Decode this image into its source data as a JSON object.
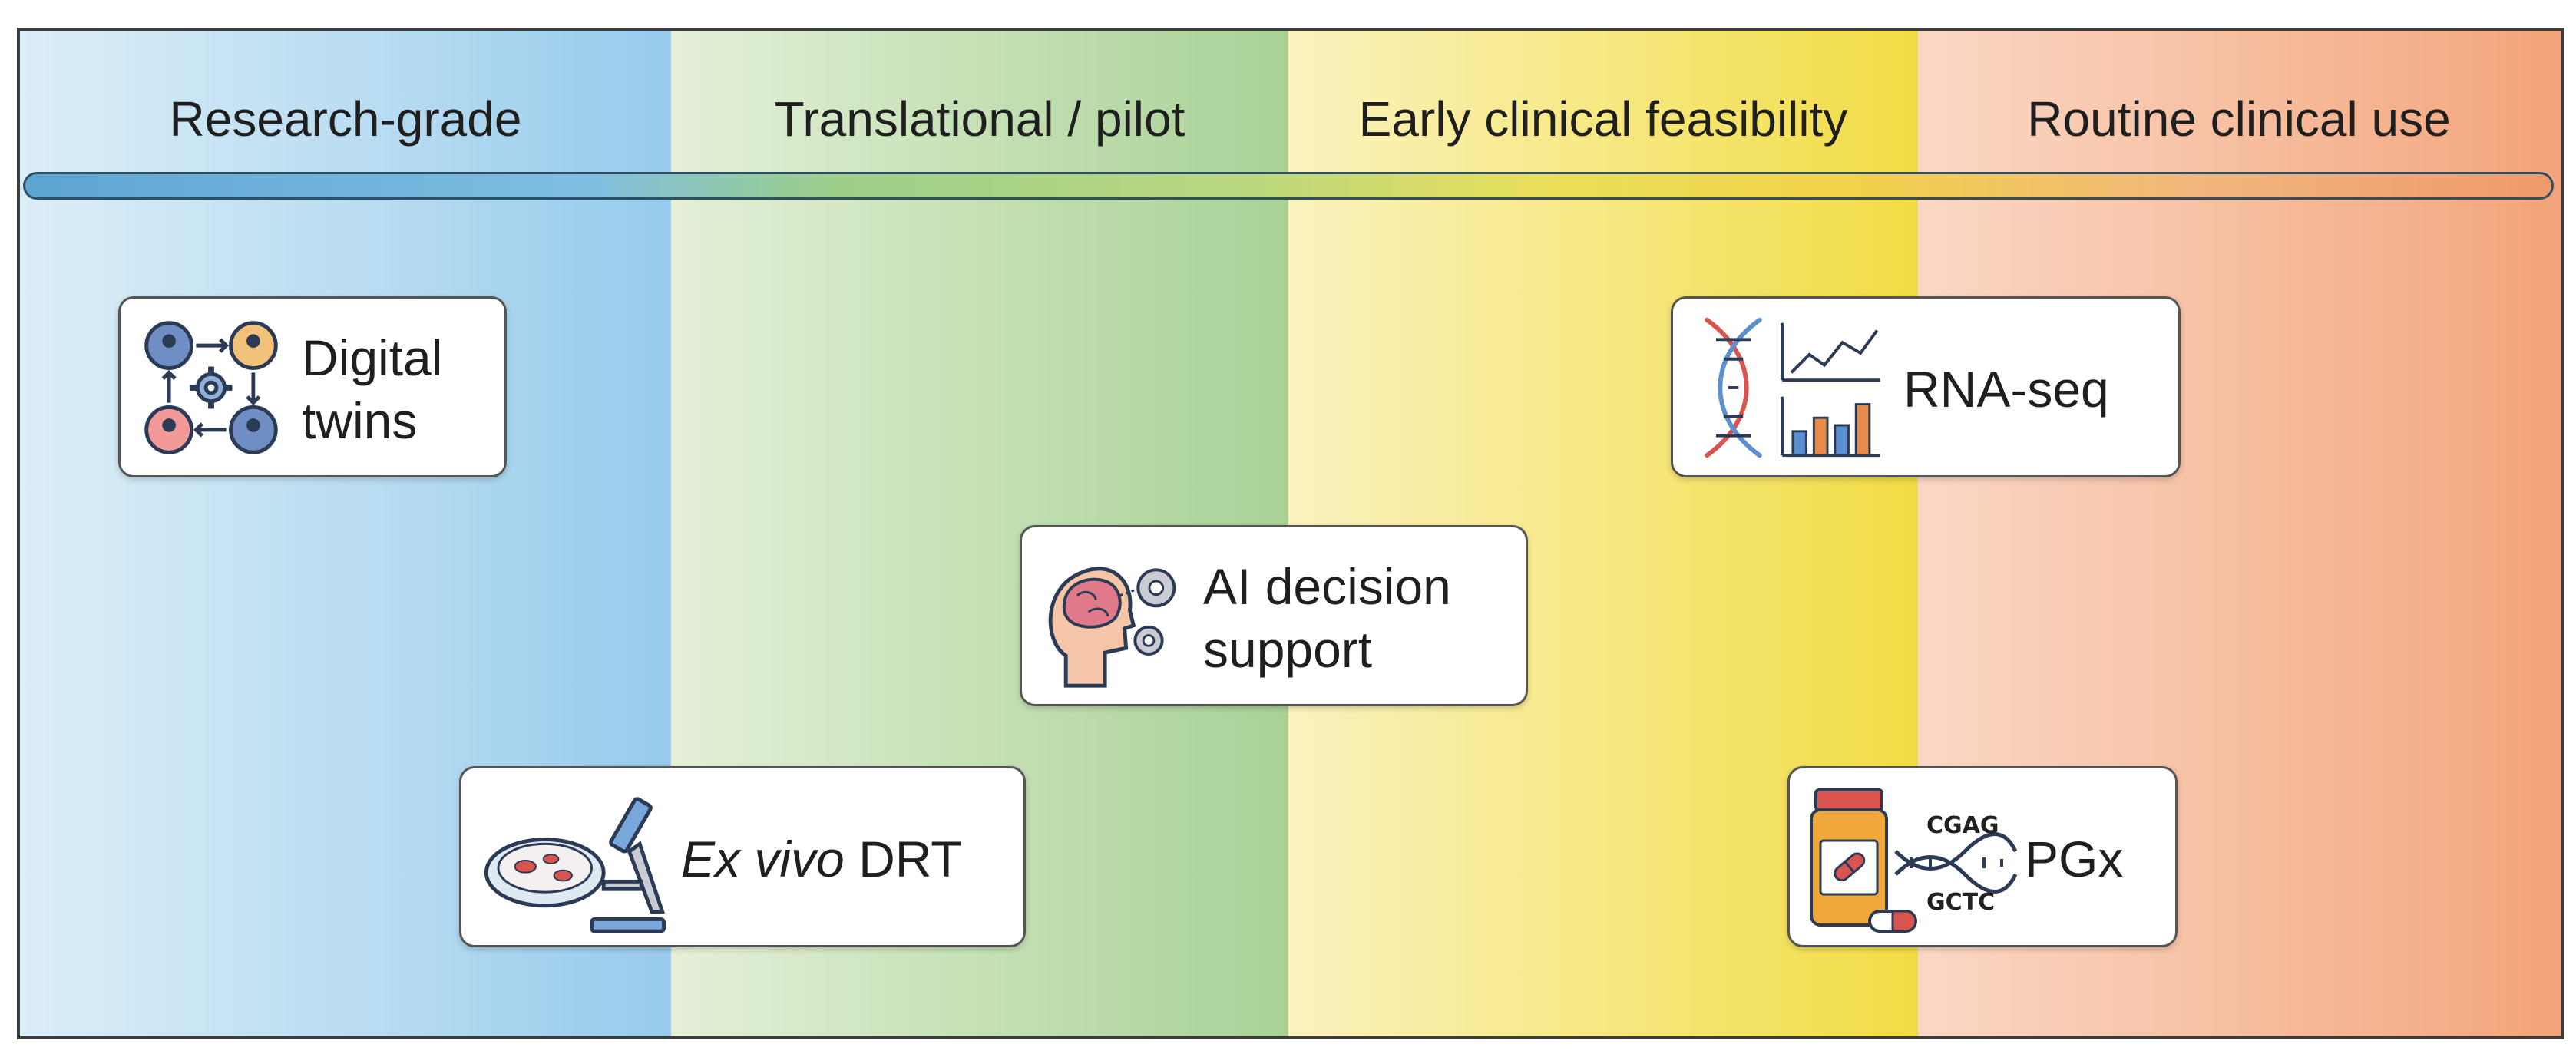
{
  "stages": [
    {
      "label": "Research-grade"
    },
    {
      "label": "Translational / pilot"
    },
    {
      "label": "Early clinical feasibility"
    },
    {
      "label": "Routine clinical use"
    }
  ],
  "colors": {
    "research": "#a9d4ef",
    "translational": "#b5d9a4",
    "feasibility": "#f3e05a",
    "routine": "#f4b08a",
    "card_border": "#555555"
  },
  "cards": {
    "digital_twins": {
      "line1": "Digital",
      "line2": "twins",
      "icon": "network-people-gear-icon"
    },
    "rna_seq": {
      "label": "RNA-seq",
      "icon": "dna-chart-icon"
    },
    "ai": {
      "line1": "AI decision",
      "line2": "support",
      "icon": "brain-gears-icon"
    },
    "exvivo": {
      "label_italic": "Ex vivo",
      "label_rest": " DRT",
      "icon": "petri-microscope-icon"
    },
    "pgx": {
      "label": "PGx",
      "seq_top": "CGAG",
      "seq_bottom": "GCTC",
      "icon": "pill-bottle-dna-icon"
    }
  }
}
